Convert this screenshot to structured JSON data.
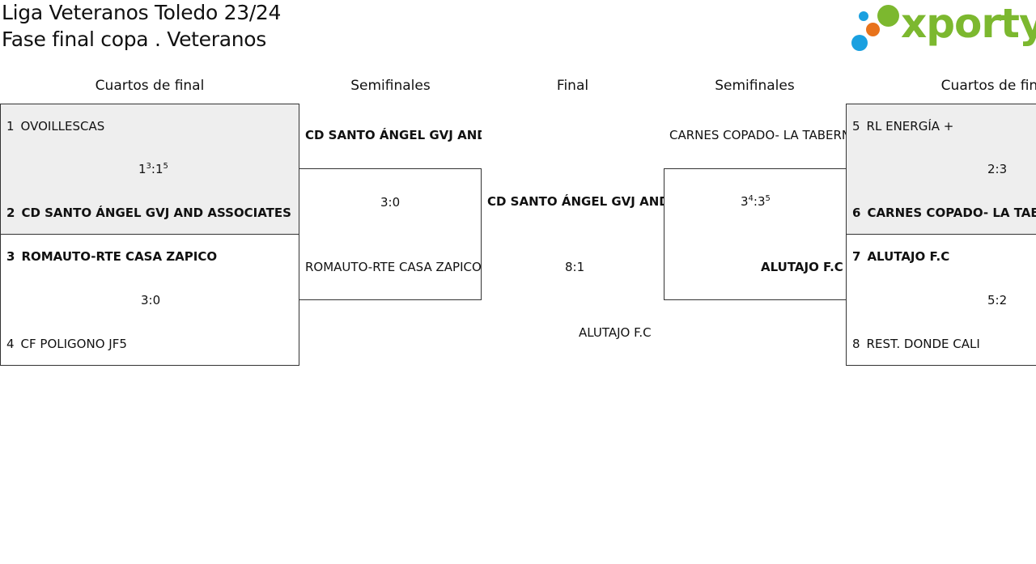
{
  "header": {
    "title_line1": "Liga Veteranos Toledo 23/24",
    "title_line2": "Fase final copa . Veteranos"
  },
  "logo": {
    "text": "xporty",
    "colors": {
      "green": "#7cb82f",
      "orange": "#e8731c",
      "blue": "#1aa0e0"
    }
  },
  "columns": {
    "left_quarterfinals": "Cuartos de final",
    "left_semifinals": "Semifinales",
    "final": "Final",
    "right_semifinals": "Semifinales",
    "right_quarterfinals": "Cuartos de final"
  },
  "left_quarterfinals": [
    {
      "team1": {
        "seed": "1",
        "name": "OVOILLESCAS"
      },
      "team2": {
        "seed": "2",
        "name": "CD SANTO ÁNGEL GVJ AND ASSOCIATES"
      },
      "score": {
        "home": "1",
        "home_pen": "3",
        "sep": ":",
        "away": "1",
        "away_pen": "5"
      }
    },
    {
      "team1": {
        "seed": "3",
        "name": "ROMAUTO-RTE CASA ZAPICO"
      },
      "team2": {
        "seed": "4",
        "name": "CF POLIGONO JF5"
      },
      "score": {
        "text": "3:0"
      }
    }
  ],
  "left_semifinal": {
    "team1": "CD SANTO ÁNGEL GVJ AND ASSOCIATES",
    "team2": "ROMAUTO-RTE CASA ZAPICO",
    "score": "3:0"
  },
  "final": {
    "team1": "CD SANTO ÁNGEL GVJ AND ASSOCIATES",
    "team2": "ALUTAJO F.C",
    "score": "8:1"
  },
  "right_semifinal": {
    "team1": "CARNES COPADO- LA TABERNA",
    "team2": "ALUTAJO F.C",
    "score": {
      "home": "3",
      "home_pen": "4",
      "sep": ":",
      "away": "3",
      "away_pen": "5"
    }
  },
  "right_quarterfinals": [
    {
      "team1": {
        "seed": "5",
        "name": "RL ENERGÍA +"
      },
      "team2": {
        "seed": "6",
        "name": "CARNES COPADO- LA TABERNA"
      },
      "score": {
        "text": "2:3"
      }
    },
    {
      "team1": {
        "seed": "7",
        "name": "ALUTAJO F.C"
      },
      "team2": {
        "seed": "8",
        "name": "REST. DONDE CALI"
      },
      "score": {
        "text": "5:2"
      }
    }
  ]
}
